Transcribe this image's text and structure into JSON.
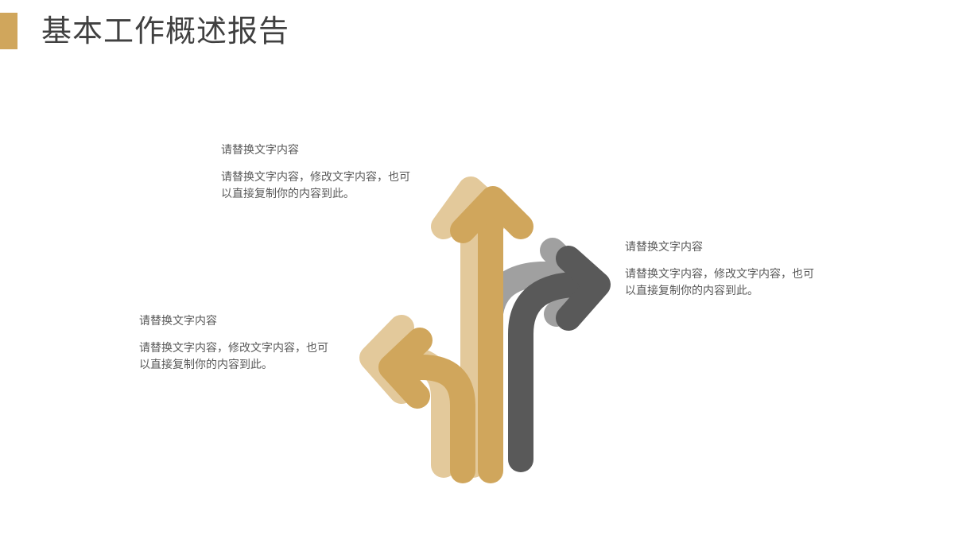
{
  "title": "基本工作概述报告",
  "colors": {
    "accent": "#D0A65C",
    "gold": "#D0A65C",
    "gold_light": "#E3C99B",
    "gray_dark": "#595959",
    "gray_light": "#A0A0A0",
    "text": "#595959"
  },
  "blocks": [
    {
      "heading": "请替换文字内容",
      "body_line1": "请替换文字内容，修改文字内容，也可",
      "body_line2": "以直接复制你的内容到此。"
    },
    {
      "heading": "请替换文字内容",
      "body_line1": "请替换文字内容，修改文字内容，也可",
      "body_line2": "以直接复制你的内容到此。"
    },
    {
      "heading": "请替换文字内容",
      "body_line1": "请替换文字内容，修改文字内容，也可",
      "body_line2": "以直接复制你的内容到此。"
    }
  ],
  "graphic": {
    "icon": "three-way-direction-arrows",
    "arrows": [
      "left-arrow",
      "up-arrow",
      "right-arrow"
    ]
  }
}
